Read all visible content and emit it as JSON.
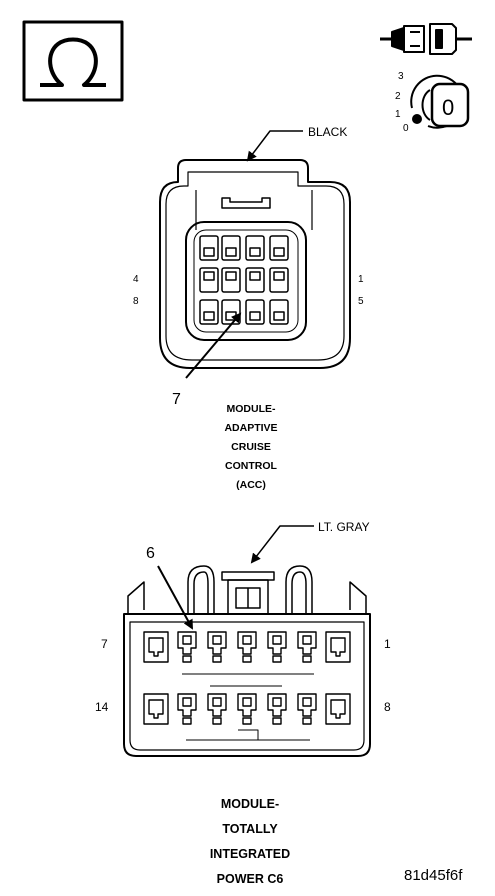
{
  "symbols": {
    "ohm_icon": "ohm-meter-icon",
    "connector_icon": "connector-unplugged-icon",
    "ignition_icon": "ignition-key-icon",
    "ignition_positions": [
      "3",
      "2",
      "1",
      "0"
    ],
    "ignition_key_label": "0"
  },
  "connector_acc": {
    "color_label": "BLACK",
    "pin_left_top": "4",
    "pin_left_bottom": "8",
    "pin_right_top": "1",
    "pin_right_bottom": "5",
    "callout_pin": "7",
    "title_lines": [
      "MODULE-",
      "ADAPTIVE",
      "CRUISE",
      "CONTROL",
      "(ACC)"
    ]
  },
  "connector_tipm": {
    "color_label": "LT. GRAY",
    "pin_left_top": "7",
    "pin_left_bottom": "14",
    "pin_right_top": "1",
    "pin_right_bottom": "8",
    "callout_pin": "6",
    "title_lines": [
      "MODULE-",
      "TOTALLY",
      "INTEGRATED",
      "POWER C6"
    ]
  },
  "figure_code": "81d45f6f"
}
